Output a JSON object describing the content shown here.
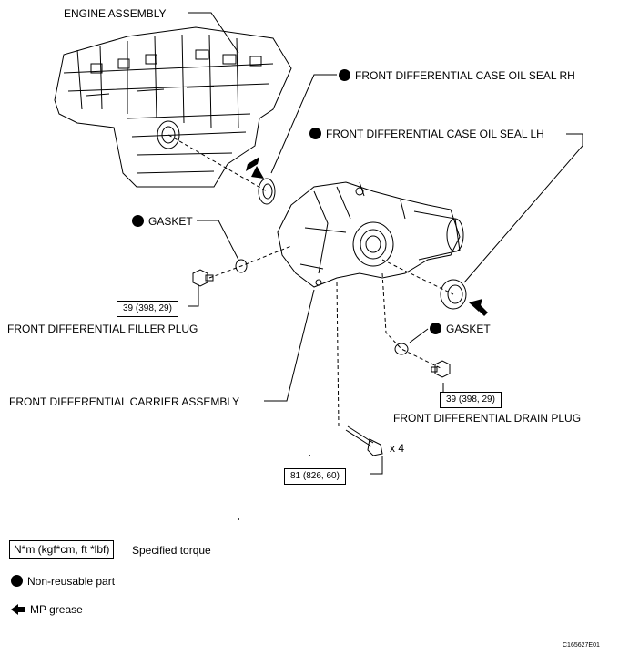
{
  "labels": {
    "engine_assembly": "ENGINE ASSEMBLY",
    "oil_seal_rh": "FRONT DIFFERENTIAL CASE OIL SEAL RH",
    "oil_seal_lh": "FRONT DIFFERENTIAL CASE OIL SEAL LH",
    "gasket_left": "GASKET",
    "gasket_right": "GASKET",
    "filler_plug": "FRONT DIFFERENTIAL FILLER PLUG",
    "drain_plug": "FRONT DIFFERENTIAL DRAIN PLUG",
    "carrier_assembly": "FRONT DIFFERENTIAL CARRIER ASSEMBLY",
    "bolt_qty": "x 4"
  },
  "torques": {
    "filler_plug": "39 (398, 29)",
    "drain_plug": "39 (398, 29)",
    "mount_bolt": "81 (826, 60)"
  },
  "legend": {
    "torque_unit": "N*m (kgf*cm, ft *lbf)",
    "torque_desc": "Specified torque",
    "non_reusable": "Non-reusable part",
    "mp_grease": "MP grease"
  },
  "figure_code": "C165627E01",
  "icons": {
    "non_reusable": "filled-circle-icon",
    "mp_grease": "arrow-left-icon"
  }
}
